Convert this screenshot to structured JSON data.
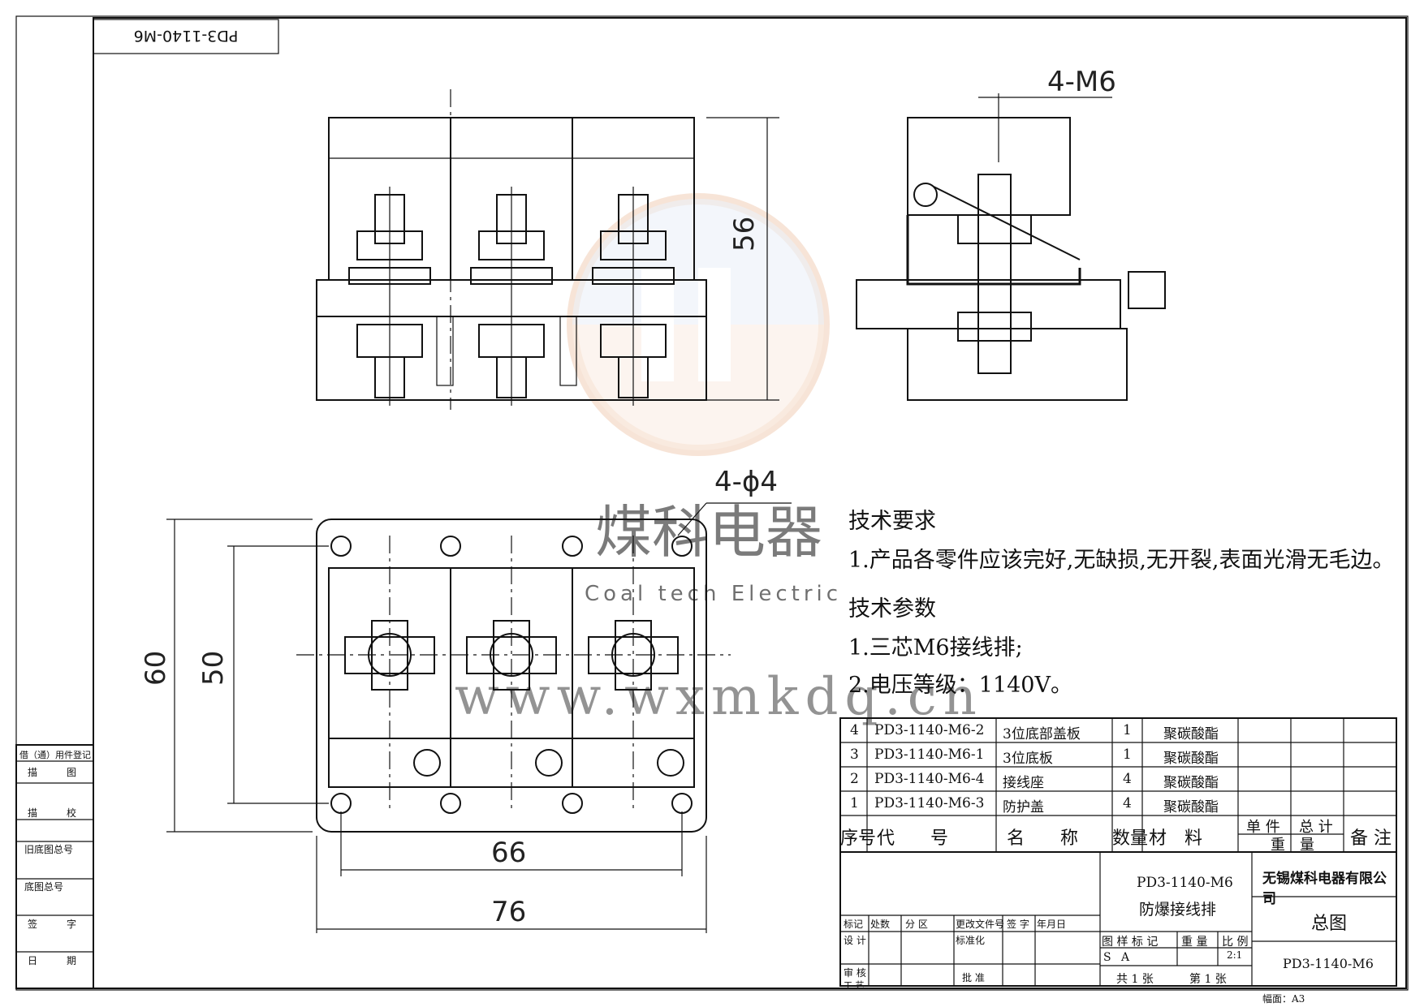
{
  "drawing_code_mirrored": "PD3-1140-M6",
  "dimensions": {
    "thread_callout": "4-M6",
    "height_side": "56",
    "hole_callout": "4-ϕ4",
    "height_outer": "60",
    "height_inner": "50",
    "width_inner": "66",
    "width_outer": "76"
  },
  "watermark": {
    "cn": "煤科电器",
    "en": "Coal tech Electric",
    "url": "www.wxmkdq.cn"
  },
  "notes": {
    "req_title": "技术要求",
    "req_1": "1.产品各零件应该完好,无缺损,无开裂,表面光滑无毛边。",
    "param_title": "技术参数",
    "param_1": "1.三芯M6接线排;",
    "param_2": "2.电压等级：1140V。"
  },
  "bom": {
    "rows": [
      {
        "no": "4",
        "code": "PD3-1140-M6-2",
        "name": "3位底部盖板",
        "qty": "1",
        "material": "聚碳酸酯"
      },
      {
        "no": "3",
        "code": "PD3-1140-M6-1",
        "name": "3位底板",
        "qty": "1",
        "material": "聚碳酸酯"
      },
      {
        "no": "2",
        "code": "PD3-1140-M6-4",
        "name": "接线座",
        "qty": "4",
        "material": "聚碳酸酯"
      },
      {
        "no": "1",
        "code": "PD3-1140-M6-3",
        "name": "防护盖",
        "qty": "4",
        "material": "聚碳酸酯"
      }
    ],
    "header": {
      "no": "序号",
      "code": "代　　号",
      "name": "名　　称",
      "qty": "数量",
      "material": "材　料",
      "unit": "单 件",
      "total": "总 计",
      "weight": "重　量",
      "remark": "备 注"
    }
  },
  "title_block": {
    "drawing_no": "PD3-1140-M6",
    "product": "防爆接线排",
    "company": "无锡煤科电器有限公司",
    "sheet_title": "总图",
    "code": "PD3-1140-M6",
    "mark": "标记",
    "count": "处数",
    "zone": "分 区",
    "change_doc": "更改文件号",
    "sign": "签 字",
    "date": "年月日",
    "design": "设 计",
    "standard": "标准化",
    "review": "审 核",
    "process": "工 艺",
    "approve": "批 准",
    "stage_mark": "图 样 标 记",
    "weight": "重 量",
    "scale": "比 例",
    "stage_s": "S",
    "stage_a": "A",
    "scale_val": "2:1",
    "total_sheets": "共 1 张",
    "sheet_no": "第 1 张",
    "format": "幅面：A3"
  },
  "left_strip": [
    "借（通）用件登记",
    "描　　　图",
    "描　　　校",
    "旧底图总号",
    "底图总号",
    "签　　　字",
    "日　　　期"
  ]
}
